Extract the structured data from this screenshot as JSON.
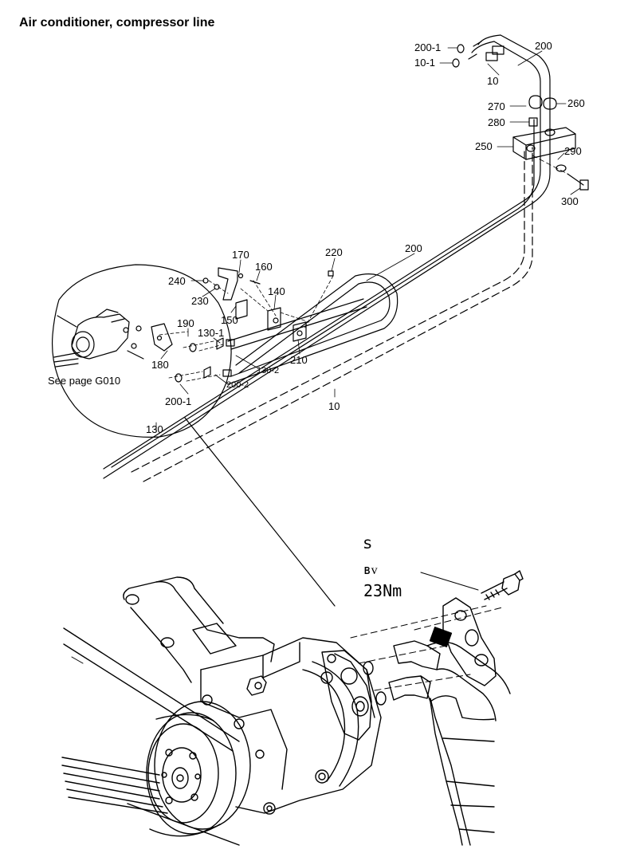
{
  "title": "Air conditioner, compressor line",
  "callouts": {
    "c200_1_top": "200-1",
    "c10_1": "10-1",
    "c200_top": "200",
    "c10_top": "10",
    "c270": "270",
    "c260": "260",
    "c280": "280",
    "c250": "250",
    "c290": "290",
    "c300": "300",
    "c170": "170",
    "c160": "160",
    "c240": "240",
    "c230": "230",
    "c150": "150",
    "c140": "140",
    "c220": "220",
    "c200_mid": "200",
    "c190": "190",
    "c130_1": "130-1",
    "c130_2": "130-2",
    "c210": "210",
    "c180": "180",
    "c200_2": "200-2",
    "c200_1_low": "200-1",
    "c10_bottom": "10",
    "c130": "130"
  },
  "see_page": "See page G010",
  "torque": {
    "line1": "ꜱ",
    "line2": "ʙᴠ",
    "value": "23Nm"
  }
}
